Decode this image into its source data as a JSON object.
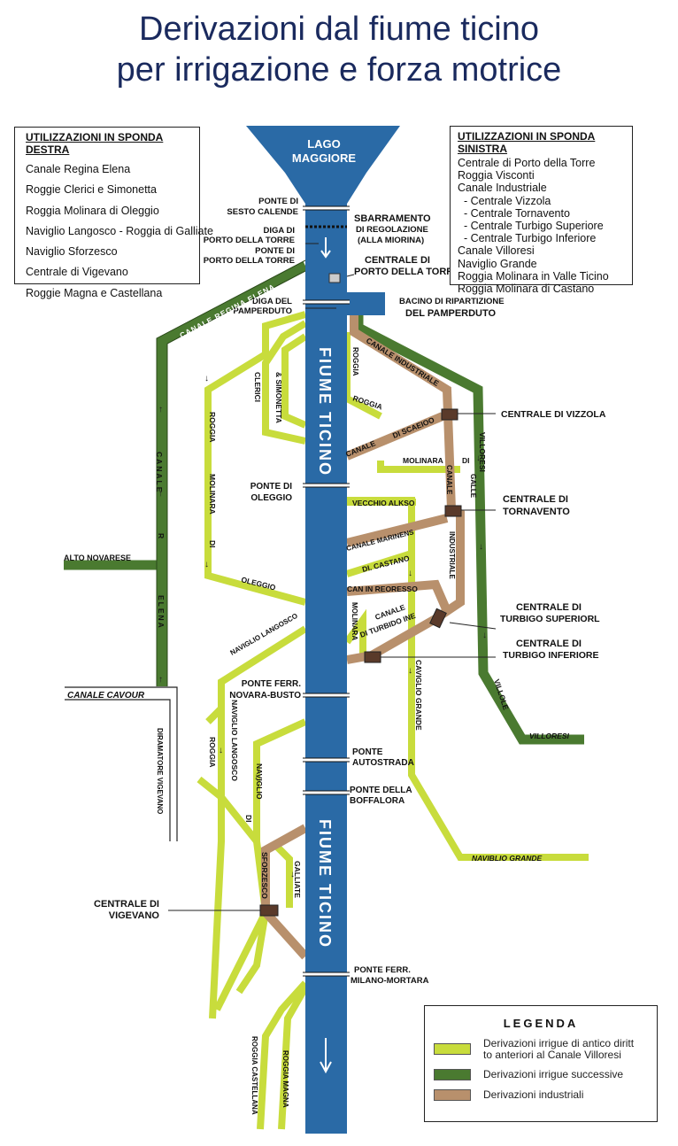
{
  "title": {
    "line1": "Derivazioni dal fiume ticino",
    "line2": "per irrigazione e forza motrice"
  },
  "left_box": {
    "header": "UTILIZZAZIONI IN SPONDA DESTRA",
    "items": [
      "Canale Regina Elena",
      "Roggie Clerici e Simonetta",
      "Roggia Molinara di Oleggio",
      "Naviglio Langosco - Roggia di Galliate",
      "Naviglio Sforzesco",
      "Centrale di Vigevano",
      "Roggie Magna e Castellana"
    ]
  },
  "right_box": {
    "header": "UTILIZZAZIONI IN SPONDA SINISTRA",
    "items": [
      "Centrale di Porto della Torre",
      "Roggia Visconti",
      "Canale Industriale",
      "  - Centrale Vizzola",
      "  - Centrale Tornavento",
      "  - Centrale Turbigo Superiore",
      "  - Centrale Turbigo Inferiore",
      "Canale Villoresi",
      "Naviglio Grande",
      "Roggia Molinara in Valle Ticino",
      "Roggia Molinara di Castano"
    ]
  },
  "legend": {
    "title": "LEGENDA",
    "items": [
      {
        "label": "Derivazioni irrigue di antico diritt to anteriori al Canale Villoresi",
        "color": "#c8dc3c"
      },
      {
        "label": "Derivazioni irrigue successive",
        "color": "#4a7a30"
      },
      {
        "label": "Derivazioni industriali",
        "color": "#b8906c"
      }
    ]
  },
  "colors": {
    "river": "#2a6aa6",
    "lake": "#2a6aa6",
    "light_green": "#c8dc3c",
    "dark_green": "#4a7a30",
    "industrial": "#b8906c",
    "title": "#1a2a5e"
  },
  "map_labels": {
    "lake": [
      "LAGO",
      "MAGGIORE"
    ],
    "river_upper": "FIUME TICINO",
    "river_lower": "FIUME TICINO",
    "ponte_sesto": [
      "PONTE  DI",
      "SESTO CALENDE"
    ],
    "sbarramento": [
      "SBARRAMENTO",
      "DI REGOLAZIONE",
      "(ALLA MIORINA)"
    ],
    "diga_porto": [
      "DIGA  DI",
      "PORTO DELLA TORRE"
    ],
    "ponte_porto": [
      "PONTE  DI",
      "PORTO DELLA TORRE"
    ],
    "centrale_porto": [
      "CENTRALE  DI",
      "PORTO DELLA TORRE"
    ],
    "diga_pamperduto": [
      "DIGA DEL",
      "PAMPERDUTO"
    ],
    "bacino": [
      "BACINO DI RIPARTIZIONE",
      "DEL PAMPERDUTO"
    ],
    "canale_regina_elena": "CANALE REGINA ELENA",
    "canale_villoresi_top": "CANALE",
    "canale_industriale_top": "CANALE INDUSTRIALE",
    "roggia_v": "ROGGIA",
    "clerici": "CLERICI",
    "simonetta": "& SIMONETTA",
    "centrale_vizzola": "CENTRALE DI VIZZOLA",
    "roggia_small": "ROGGIA",
    "canale_scaeioo": [
      "CANALE",
      "DI SCAEIOO"
    ],
    "molinara": "MOLINARA",
    "di_galle": [
      "DI",
      "GALLE"
    ],
    "villoresi_v": "VILLORESI",
    "canale_v_left": "CANALE",
    "r_left": "R",
    "elena_left": "ELENA",
    "roggia_molinara_di": [
      "ROGGIA",
      "MOLINARA",
      "DI"
    ],
    "ponte_oleggio": [
      "PONTE DI",
      "OLEGGIO"
    ],
    "vecchio_alkso": "VECCHIO ALKSO",
    "centrale_tornavento": [
      "CENTRALE  DI",
      "TORNAVENTO"
    ],
    "alto_novarese": "ALTO NOVARESE",
    "canale_marinens": "CANALE MARINENS",
    "industriale_v": "INDUSTRIALE",
    "canale_v": "CANALE",
    "di_castano": "DI. CASTANO",
    "oleggio": "OLEGGIO",
    "can_in_reoresso": "CAN IN REORESSO",
    "centrale_turbigo_sup": [
      "CENTRALE  DI",
      "TURBIGO SUPERIORL"
    ],
    "molinara_v": "MOLINARA",
    "canale_turbigo_ine": [
      "CANALE",
      "DI TURBIDO INE"
    ],
    "naviglio_langosco_diag": "NAVIGLIO LANGOSCO",
    "centrale_turbigo_inf": [
      "CENTRALE  DI",
      "TURBIGO  INFERIORE"
    ],
    "canale_cavour": "CANALE   CAVOUR",
    "ponte_novara": [
      "PONTE FERR.",
      "NOVARA-BUSTO"
    ],
    "naviglio_grande_v": "CAVIGLIO   GRANDE",
    "villole": "VILLOLE",
    "villoresi_end": "VILLORESI",
    "diramatore": "DIRAMATORE   VIGEVANO",
    "naviglio_langosco_v": [
      "NAVIGLIO LANGOSCO"
    ],
    "roggia_v2": "ROGGIA",
    "naviglio_v": "NAVIGLIO",
    "di_v": "DI",
    "ponte_autostrada": [
      "PONTE",
      "AUTOSTRADA"
    ],
    "ponte_boffalora": [
      "PONTE DELLA",
      "BOFFALORA"
    ],
    "naviglio_grande_end": "NAVIBLIO    GRANDE",
    "galliate": "GALLIATE",
    "sforzesco": "SFORZESCO",
    "centrale_vigevano": [
      "CENTRALE  DI",
      "VIGEVANO"
    ],
    "ponte_milano": [
      "PONTE FERR.",
      "MILANO-MORTARA"
    ],
    "roggia_castellana": "ROGGIA CASTELLANA",
    "roggia_magna": "ROGGIA  MAGNA"
  }
}
